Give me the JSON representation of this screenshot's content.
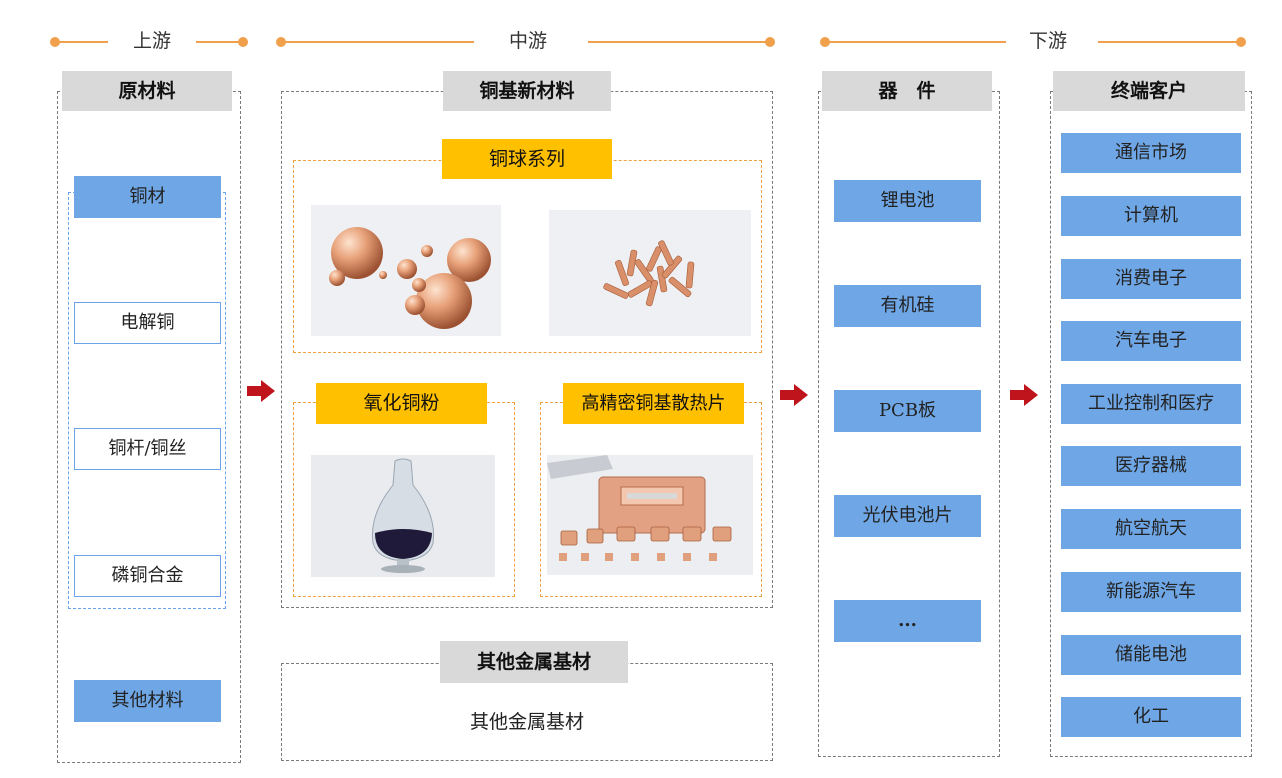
{
  "stages": {
    "upstream": "上游",
    "midstream": "中游",
    "downstream": "下游"
  },
  "raw_materials": {
    "title": "原材料",
    "items": [
      "铜材",
      "电解铜",
      "铜杆/铜丝",
      "磷铜合金",
      "其他材料"
    ]
  },
  "copper_materials": {
    "title": "铜基新材料",
    "ball_series": "铜球系列",
    "oxide_powder": "氧化铜粉",
    "heatsink": "高精密铜基散热片"
  },
  "other_metals": {
    "title": "其他金属基材",
    "content": "其他金属基材"
  },
  "devices": {
    "title": "器　件",
    "items": [
      "锂电池",
      "有机硅",
      "PCB板",
      "光伏电池片",
      "..."
    ]
  },
  "customers": {
    "title": "终端客户",
    "items": [
      "通信市场",
      "计算机",
      "消费电子",
      "汽车电子",
      "工业控制和医疗",
      "医疗器械",
      "航空航天",
      "新能源汽车",
      "储能电池",
      "化工"
    ]
  },
  "colors": {
    "accent": "#f0a04b",
    "blue": "#6fa7e6",
    "yellow": "#ffc000",
    "arrow": "#c0141c",
    "header_gray": "#d9d9d9"
  }
}
